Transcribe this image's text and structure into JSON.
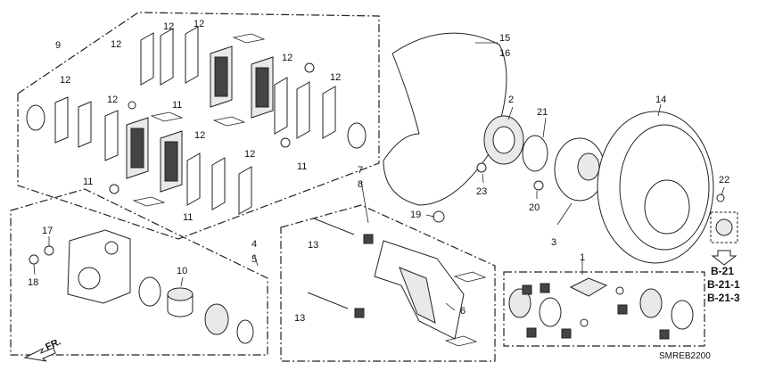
{
  "diagram": {
    "code": "SMREB2200",
    "direction_label": "FR.",
    "refs": [
      "B-21",
      "B-21-1",
      "B-21-3"
    ],
    "callouts": {
      "n1": "1",
      "n2": "2",
      "n3": "3",
      "n4": "4",
      "n5": "5",
      "n6": "6",
      "n7": "7",
      "n8": "8",
      "n9": "9",
      "n10": "10",
      "n11a": "11",
      "n11b": "11",
      "n11c": "11",
      "n11d": "11",
      "n12a": "12",
      "n12b": "12",
      "n12c": "12",
      "n12d": "12",
      "n12e": "12",
      "n12f": "12",
      "n12g": "12",
      "n12h": "12",
      "n12i": "12",
      "n13a": "13",
      "n13b": "13",
      "n14": "14",
      "n15": "15",
      "n16": "16",
      "n17": "17",
      "n18": "18",
      "n19": "19",
      "n20": "20",
      "n21": "21",
      "n22": "22",
      "n23": "23"
    }
  }
}
